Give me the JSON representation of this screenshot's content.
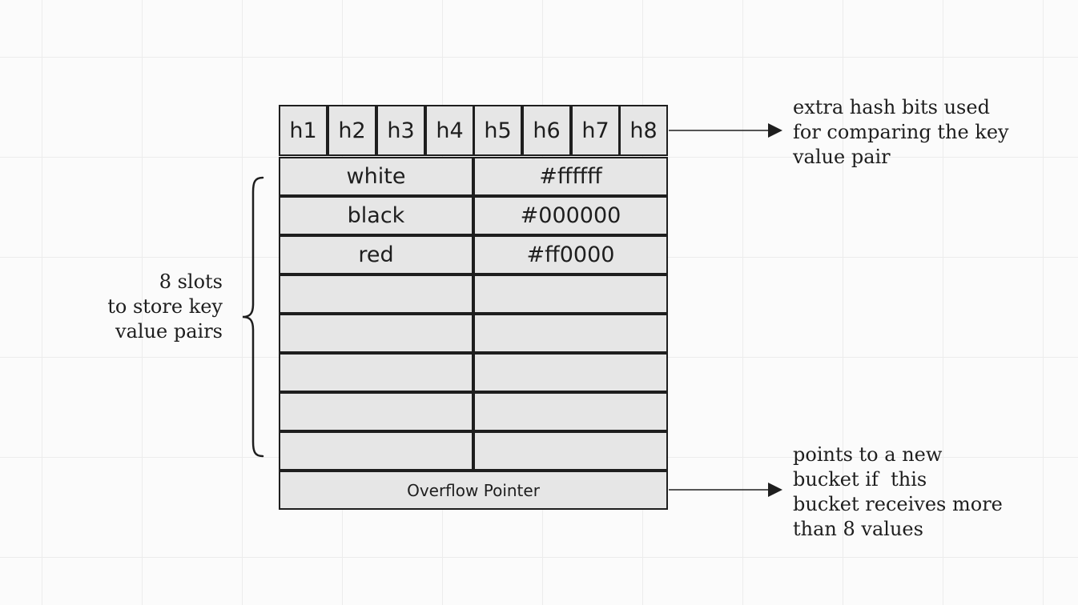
{
  "bucket": {
    "hash_bits": [
      "h1",
      "h2",
      "h3",
      "h4",
      "h5",
      "h6",
      "h7",
      "h8"
    ],
    "slots": [
      {
        "key": "white",
        "value": "#ffffff"
      },
      {
        "key": "black",
        "value": "#000000"
      },
      {
        "key": "red",
        "value": "#ff0000"
      },
      {
        "key": "",
        "value": ""
      },
      {
        "key": "",
        "value": ""
      },
      {
        "key": "",
        "value": ""
      },
      {
        "key": "",
        "value": ""
      },
      {
        "key": "",
        "value": ""
      }
    ],
    "overflow_label": "Overflow Pointer"
  },
  "annotations": {
    "slots_note": [
      "8 slots",
      "to store key",
      "value pairs"
    ],
    "hash_bits_note": [
      "extra hash bits used",
      "for comparing the key",
      "value pair"
    ],
    "overflow_note": [
      "points to a new",
      "bucket if  this",
      "bucket receives more",
      "than 8 values"
    ]
  },
  "colors": {
    "cell_fill": "#e6e6e6",
    "stroke": "#1e1e1e",
    "canvas": "#fbfbfb",
    "grid": "#ececec"
  }
}
